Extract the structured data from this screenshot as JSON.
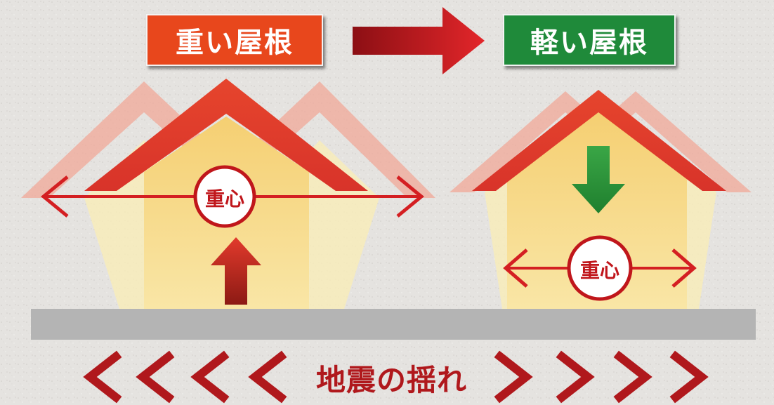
{
  "labels": {
    "heavy_roof": "重い屋根",
    "light_roof": "軽い屋根"
  },
  "center_of_gravity": {
    "left": "重心",
    "right": "重心"
  },
  "earthquake": {
    "caption": "地震の揺れ",
    "left_chevrons": 4,
    "right_chevrons": 4
  },
  "colors": {
    "heavy_label_bg": "#e8471c",
    "light_label_bg": "#1f8a3a",
    "roof_red": "#e0402a",
    "roof_faded": "#ec9a8c",
    "wall_yellow": "#f7dd86",
    "arrow_red": "#d41f22",
    "arrow_green": "#2a9a3a",
    "ground_gray": "#b4b4b4",
    "chevron_red": "#b0181c"
  }
}
